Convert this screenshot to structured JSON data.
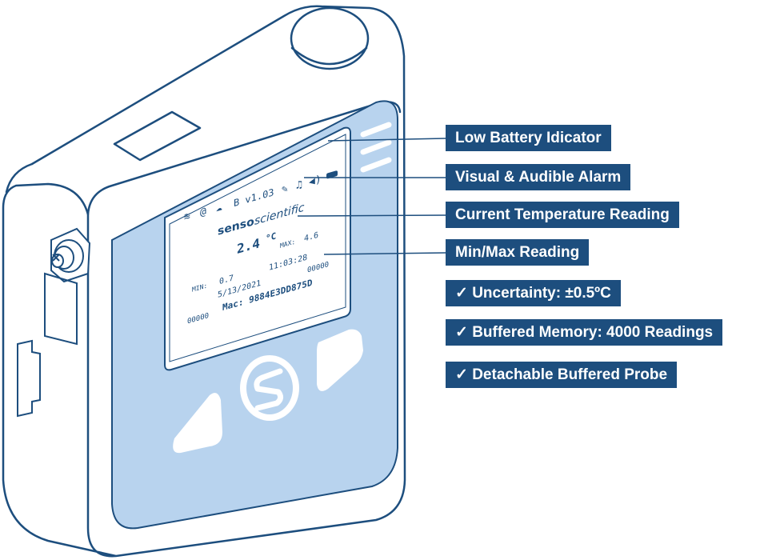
{
  "callouts": [
    {
      "label": "Low Battery Idicator"
    },
    {
      "label": "Visual & Audible Alarm"
    },
    {
      "label": "Current Temperature Reading"
    },
    {
      "label": "Min/Max Reading"
    },
    {
      "label": "✓ Uncertainty: ±0.5ºC"
    },
    {
      "label": "✓ Buffered Memory: 4000 Readings"
    },
    {
      "label": "✓ Detachable Buffered Probe"
    }
  ],
  "screen": {
    "version": "B  v1.03",
    "brand_bold": "senso",
    "brand_italic": "scientific",
    "current_temp": "2.4",
    "unit": "°C",
    "max_label": "MAX:",
    "max_value": "4.6",
    "min_label": "MIN:",
    "min_value": "0.7",
    "time": "11:03:28",
    "date": "5/13/2021",
    "counter_right": "00000",
    "mac": "Mac: 9884E3DD875D",
    "counter_left": "00000"
  },
  "colors": {
    "outline": "#1d4e7e",
    "panel": "#b8d3ee",
    "callout_bg": "#1d4e7e",
    "callout_text": "#ffffff"
  }
}
